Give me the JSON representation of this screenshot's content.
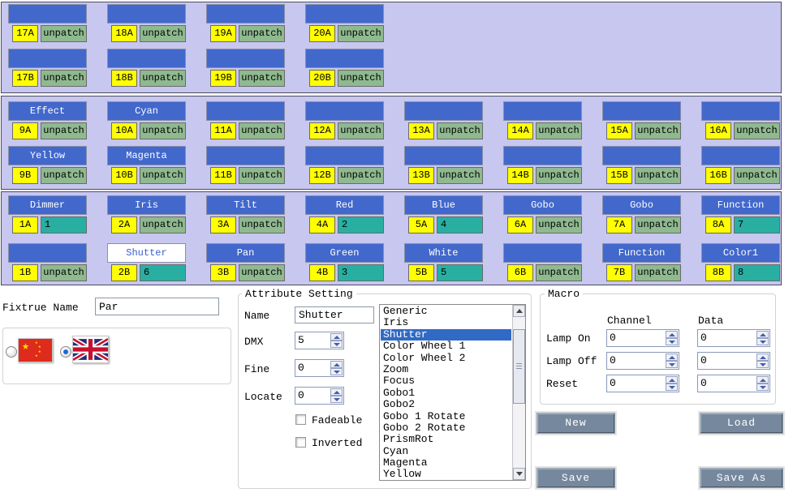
{
  "colors": {
    "band_background": "#c7c7f0",
    "header_blue": "#4268cc",
    "channel_yellow": "#ffff00",
    "unpatch_green": "#8fb98f",
    "patched_teal": "#29afa2",
    "selected_header_text": "#3b5fd0",
    "list_selection": "#316ac5",
    "button_slate": "#76889d"
  },
  "icons": {
    "chinese-flag": "red flag with yellow stars",
    "uk-flag": "union jack",
    "spinner-up": "▲",
    "spinner-down": "▼",
    "scroll-up": "▲",
    "scroll-down": "▼",
    "star": "★"
  },
  "patch": {
    "unpatch_label": "unpatch",
    "bands": [
      {
        "rows": [
          [
            {
              "ch": "17A",
              "label": "",
              "patch": "unpatch",
              "patched": false
            },
            {
              "ch": "18A",
              "label": "",
              "patch": "unpatch",
              "patched": false
            },
            {
              "ch": "19A",
              "label": "",
              "patch": "unpatch",
              "patched": false
            },
            {
              "ch": "20A",
              "label": "",
              "patch": "unpatch",
              "patched": false
            }
          ],
          [
            {
              "ch": "17B",
              "label": "",
              "patch": "unpatch",
              "patched": false
            },
            {
              "ch": "18B",
              "label": "",
              "patch": "unpatch",
              "patched": false
            },
            {
              "ch": "19B",
              "label": "",
              "patch": "unpatch",
              "patched": false
            },
            {
              "ch": "20B",
              "label": "",
              "patch": "unpatch",
              "patched": false
            }
          ]
        ]
      },
      {
        "rows": [
          [
            {
              "ch": "9A",
              "label": "Effect",
              "patch": "unpatch",
              "patched": false
            },
            {
              "ch": "10A",
              "label": "Cyan",
              "patch": "unpatch",
              "patched": false
            },
            {
              "ch": "11A",
              "label": "",
              "patch": "unpatch",
              "patched": false
            },
            {
              "ch": "12A",
              "label": "",
              "patch": "unpatch",
              "patched": false
            },
            {
              "ch": "13A",
              "label": "",
              "patch": "unpatch",
              "patched": false
            },
            {
              "ch": "14A",
              "label": "",
              "patch": "unpatch",
              "patched": false
            },
            {
              "ch": "15A",
              "label": "",
              "patch": "unpatch",
              "patched": false
            },
            {
              "ch": "16A",
              "label": "",
              "patch": "unpatch",
              "patched": false
            }
          ],
          [
            {
              "ch": "9B",
              "label": "Yellow",
              "patch": "unpatch",
              "patched": false
            },
            {
              "ch": "10B",
              "label": "Magenta",
              "patch": "unpatch",
              "patched": false
            },
            {
              "ch": "11B",
              "label": "",
              "patch": "unpatch",
              "patched": false
            },
            {
              "ch": "12B",
              "label": "",
              "patch": "unpatch",
              "patched": false
            },
            {
              "ch": "13B",
              "label": "",
              "patch": "unpatch",
              "patched": false
            },
            {
              "ch": "14B",
              "label": "",
              "patch": "unpatch",
              "patched": false
            },
            {
              "ch": "15B",
              "label": "",
              "patch": "unpatch",
              "patched": false
            },
            {
              "ch": "16B",
              "label": "",
              "patch": "unpatch",
              "patched": false
            }
          ]
        ]
      },
      {
        "rows": [
          [
            {
              "ch": "1A",
              "label": "Dimmer",
              "patch": "1",
              "patched": true
            },
            {
              "ch": "2A",
              "label": "Iris",
              "patch": "unpatch",
              "patched": false
            },
            {
              "ch": "3A",
              "label": "Tilt",
              "patch": "unpatch",
              "patched": false
            },
            {
              "ch": "4A",
              "label": "Red",
              "patch": "2",
              "patched": true
            },
            {
              "ch": "5A",
              "label": "Blue",
              "patch": "4",
              "patched": true
            },
            {
              "ch": "6A",
              "label": "Gobo",
              "patch": "unpatch",
              "patched": false
            },
            {
              "ch": "7A",
              "label": "Gobo",
              "patch": "unpatch",
              "patched": false
            },
            {
              "ch": "8A",
              "label": "Function",
              "patch": "7",
              "patched": true
            }
          ],
          [
            {
              "ch": "1B",
              "label": "",
              "patch": "unpatch",
              "patched": false
            },
            {
              "ch": "2B",
              "label": "Shutter",
              "patch": "6",
              "patched": true,
              "selected": true
            },
            {
              "ch": "3B",
              "label": "Pan",
              "patch": "unpatch",
              "patched": false
            },
            {
              "ch": "4B",
              "label": "Green",
              "patch": "3",
              "patched": true
            },
            {
              "ch": "5B",
              "label": "White",
              "patch": "5",
              "patched": true
            },
            {
              "ch": "6B",
              "label": "",
              "patch": "unpatch",
              "patched": false
            },
            {
              "ch": "7B",
              "label": "Function",
              "patch": "unpatch",
              "patched": false
            },
            {
              "ch": "8B",
              "label": "Color1",
              "patch": "8",
              "patched": true
            }
          ]
        ]
      }
    ]
  },
  "fixture": {
    "label": "Fixtrue Name",
    "value": "Par"
  },
  "language": {
    "options": [
      {
        "id": "chinese",
        "selected": false
      },
      {
        "id": "english",
        "selected": true
      }
    ]
  },
  "attribute": {
    "title": "Attribute Setting",
    "fields": [
      {
        "label": "Name",
        "value": "Shutter"
      },
      {
        "label": "DMX",
        "value": "5"
      },
      {
        "label": "Fine",
        "value": "0"
      },
      {
        "label": "Locate",
        "value": "0"
      }
    ],
    "checkboxes": [
      {
        "label": "Fadeable",
        "checked": false
      },
      {
        "label": "Inverted",
        "checked": false
      }
    ],
    "list": {
      "items": [
        "Generic",
        "Iris",
        "Shutter",
        "Color Wheel 1",
        "Color Wheel 2",
        "Zoom",
        "Focus",
        "Gobo1",
        "Gobo2",
        "Gobo 1 Rotate",
        "Gobo 2 Rotate",
        "PrismRot",
        "Cyan",
        "Magenta",
        "Yellow"
      ],
      "selected_index": 2
    }
  },
  "macro": {
    "title": "Macro",
    "col_headers": [
      "Channel",
      "Data"
    ],
    "rows": [
      {
        "label": "Lamp On",
        "channel": "0",
        "data": "0"
      },
      {
        "label": "Lamp Off",
        "channel": "0",
        "data": "0"
      },
      {
        "label": "Reset",
        "channel": "0",
        "data": "0"
      }
    ]
  },
  "buttons": {
    "new": "New",
    "load": "Load",
    "save": "Save",
    "save_as": "Save As"
  }
}
